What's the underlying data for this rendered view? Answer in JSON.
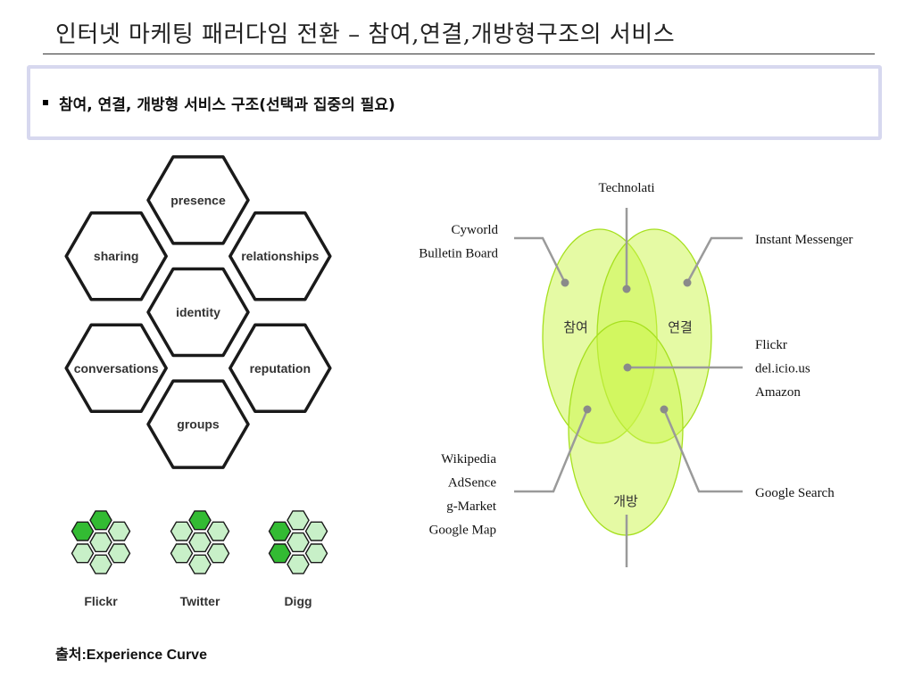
{
  "slide": {
    "title": "인터넷 마케팅 패러다임 전환 – 참여,연결,개방형구조의 서비스",
    "bullet": "참여, 연결, 개방형 서비스 구조(선택과 집중의 필요)",
    "source_prefix": "출처:",
    "source_name": "Experience Curve"
  },
  "honeycomb": {
    "hexagons": [
      "presence",
      "sharing",
      "relationships",
      "identity",
      "conversations",
      "reputation",
      "groups"
    ],
    "examples": [
      {
        "name": "Flickr",
        "highlighted": [
          "presence",
          "sharing"
        ]
      },
      {
        "name": "Twitter",
        "highlighted": [
          "presence"
        ]
      },
      {
        "name": "Digg",
        "highlighted": [
          "sharing",
          "conversations"
        ]
      }
    ]
  },
  "venn": {
    "circles": [
      "참여",
      "연결",
      "개방"
    ],
    "callouts": [
      {
        "lines": [
          "Technolati"
        ]
      },
      {
        "lines": [
          "Cyworld",
          "Bulletin Board"
        ]
      },
      {
        "lines": [
          "Instant Messenger"
        ]
      },
      {
        "lines": [
          "Flickr",
          "del.icio.us",
          "Amazon"
        ]
      },
      {
        "lines": [
          "Wikipedia",
          "AdSence",
          "g-Market",
          "Google Map"
        ]
      },
      {
        "lines": [
          "Google Search"
        ]
      }
    ]
  },
  "colors": {
    "venn_fill": "#ccf54a",
    "venn_stroke": "#a6e01e",
    "hex_highlight": "#33bb33",
    "hex_light": "#c8f0c8",
    "leader_line": "#9a9a9a"
  }
}
